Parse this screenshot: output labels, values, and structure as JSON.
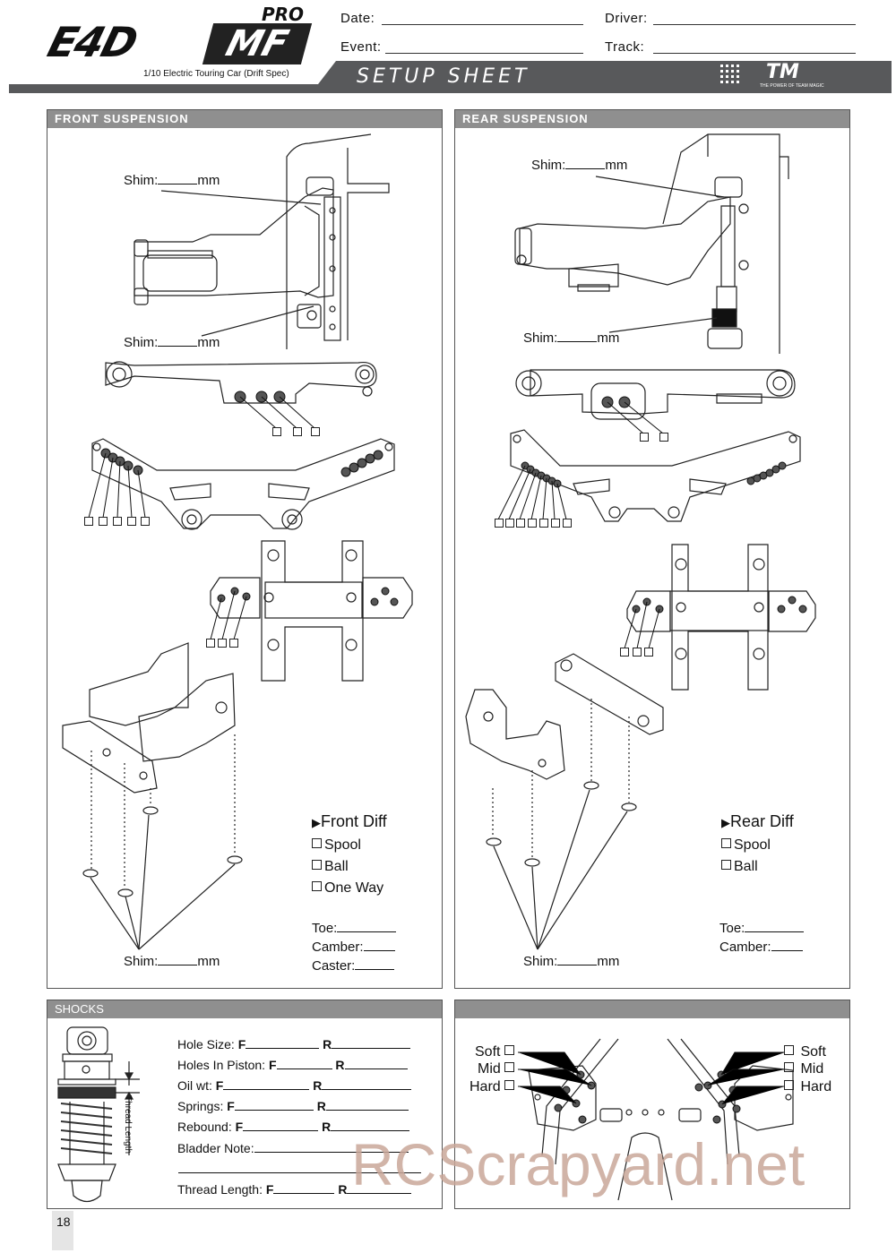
{
  "header": {
    "logo_model": "E4D",
    "logo_badge": "MF",
    "logo_pro": "PRO",
    "subtitle": "1/10 Electric Touring Car  (Drift Spec)",
    "banner": "SETUP SHEET",
    "fields": {
      "date": "Date:",
      "event": "Event:",
      "driver": "Driver:",
      "track": "Track:"
    },
    "brand": "TM",
    "brand_tagline": "THE POWER OF TEAM MAGIC"
  },
  "front": {
    "title": "FRONT SUSPENSION",
    "shim_labels": [
      "Shim:",
      "Shim:",
      "Shim:"
    ],
    "unit": "mm",
    "diff_title": "Front Diff",
    "diff_options": [
      "Spool",
      "Ball",
      "One Way"
    ],
    "settings": [
      "Toe:",
      "Camber:",
      "Caster:"
    ]
  },
  "rear": {
    "title": "REAR SUSPENSION",
    "shim_labels": [
      "Shim:",
      "Shim:",
      "Shim:"
    ],
    "unit": "mm",
    "diff_title": "Rear Diff",
    "diff_options": [
      "Spool",
      "Ball"
    ],
    "settings": [
      "Toe:",
      "Camber:"
    ]
  },
  "shocks": {
    "title": "SHOCKS",
    "thread_label": "Thread Length",
    "f": "F",
    "r": "R",
    "rows": [
      "Hole Size:",
      "Holes In Piston:",
      "Oil wt:",
      "Springs:",
      "Rebound:"
    ],
    "bladder": "Bladder Note:",
    "thread_row": "Thread Length:"
  },
  "flex": {
    "title": "",
    "left_options": [
      "Soft",
      "Mid",
      "Hard"
    ],
    "right_options": [
      "Soft",
      "Mid",
      "Hard"
    ]
  },
  "page_number": "18",
  "watermark": "RCScrapyard.net",
  "colors": {
    "header_bar": "#58595b",
    "panel_title": "#8f8f8f",
    "watermark": "#c9a79a"
  }
}
